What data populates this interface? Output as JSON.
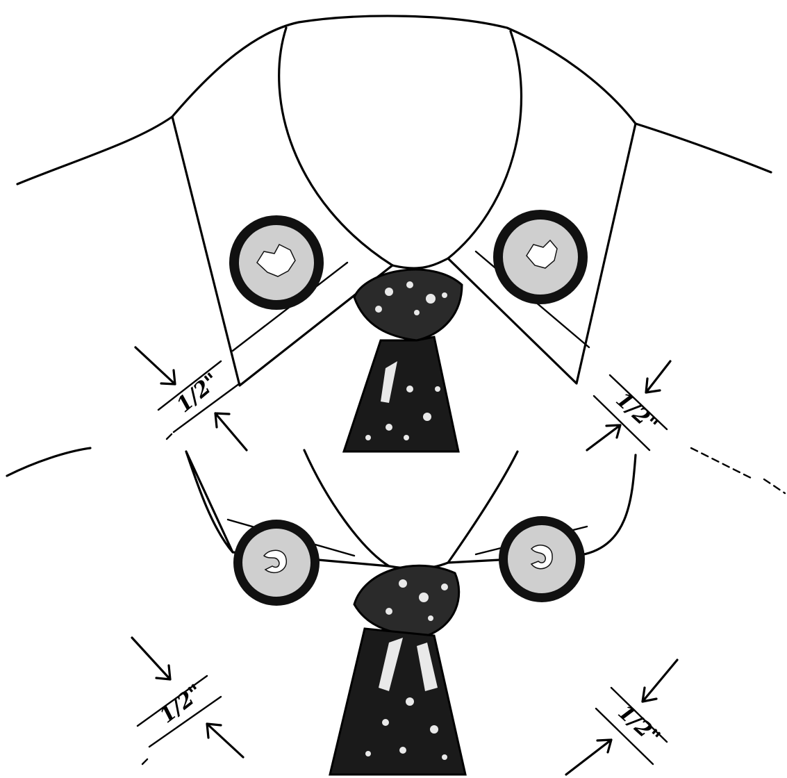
{
  "figure": {
    "top": {
      "left_measurement": "1/2\"",
      "right_measurement": "1/2\""
    },
    "bottom": {
      "left_measurement": "1/2\"",
      "right_measurement": "1/2\""
    }
  }
}
